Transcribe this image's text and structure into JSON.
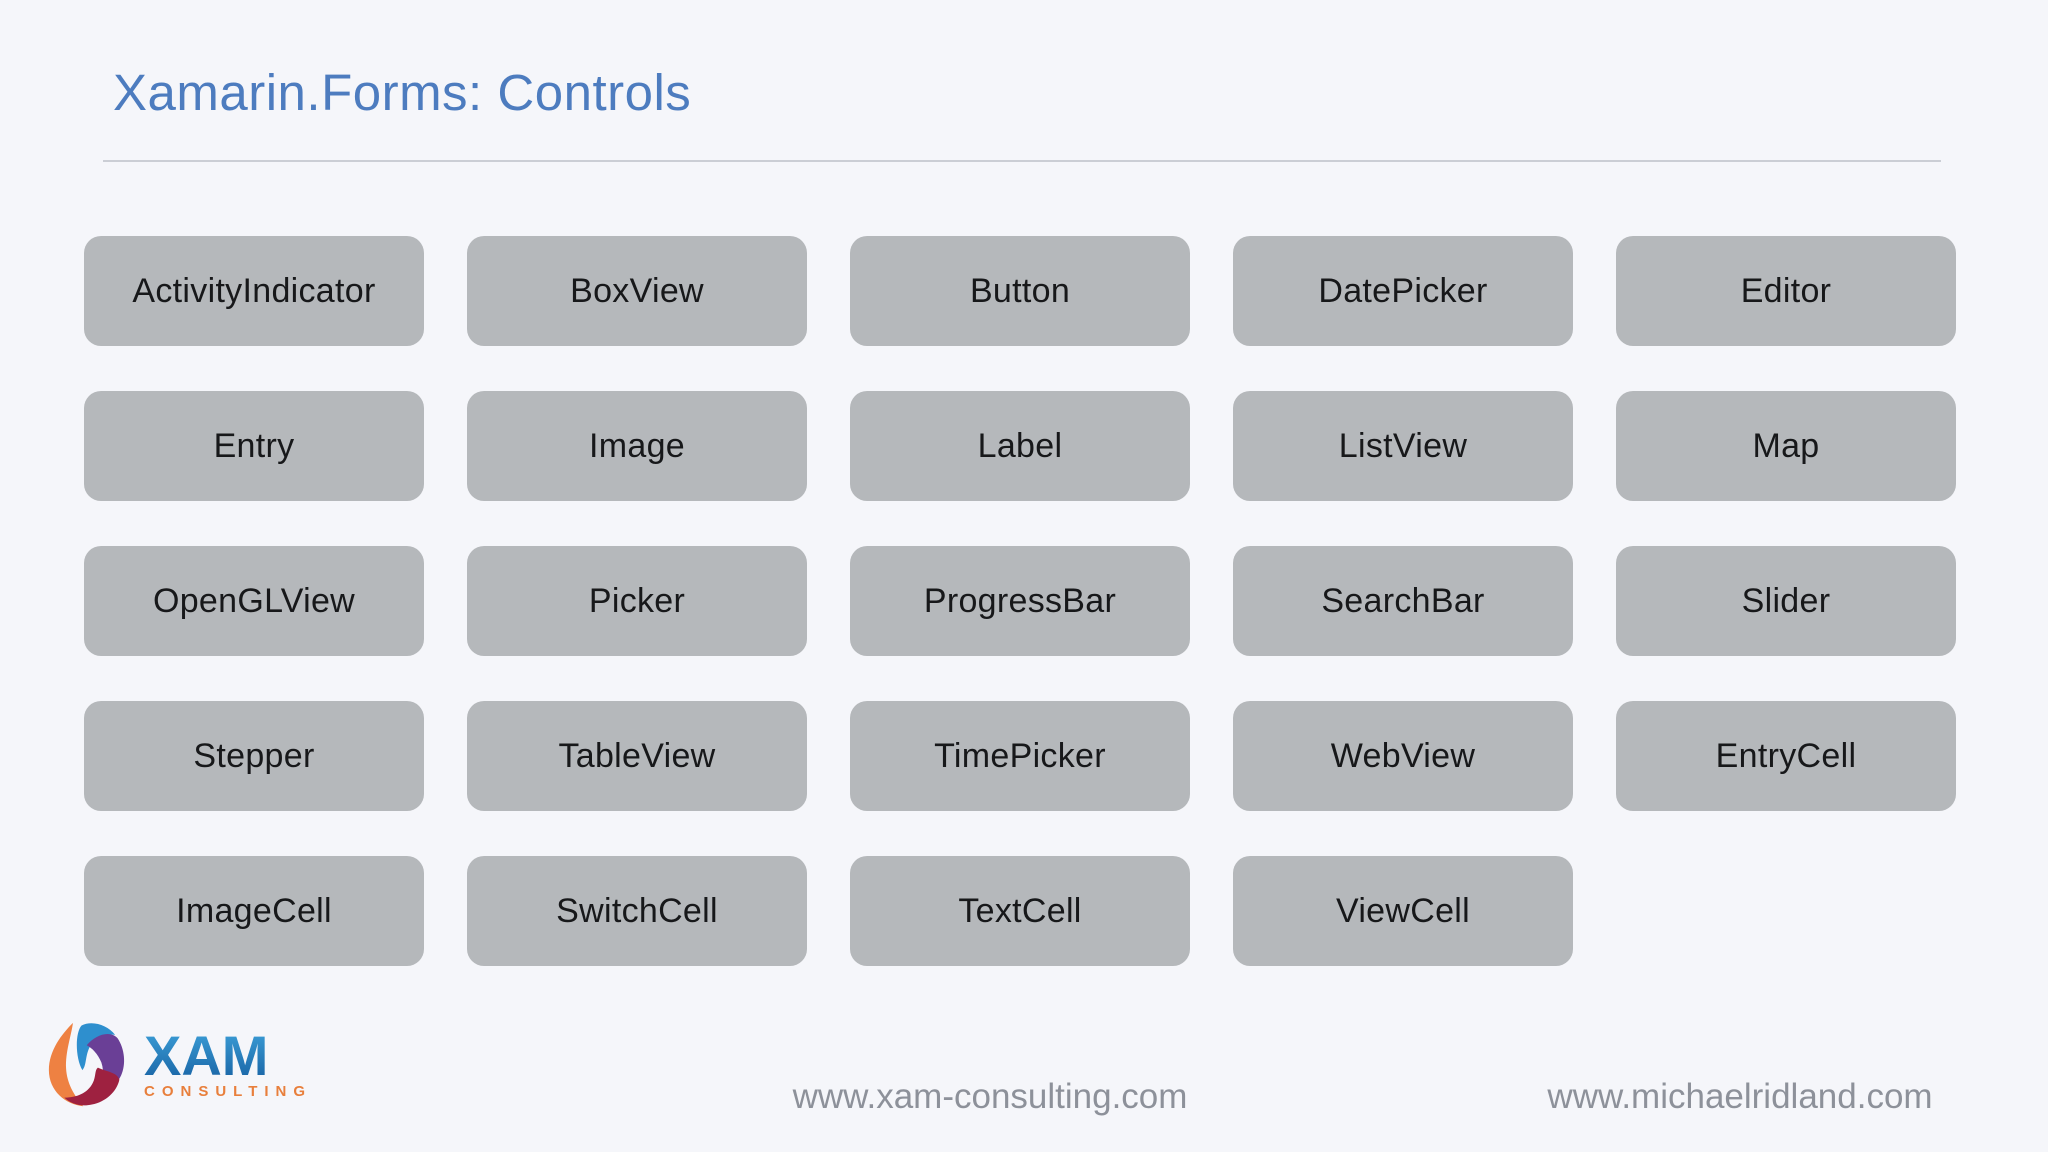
{
  "header": {
    "title": "Xamarin.Forms: Controls"
  },
  "grid": {
    "items": [
      "ActivityIndicator",
      "BoxView",
      "Button",
      "DatePicker",
      "Editor",
      "Entry",
      "Image",
      "Label",
      "ListView",
      "Map",
      "OpenGLView",
      "Picker",
      "ProgressBar",
      "SearchBar",
      "Slider",
      "Stepper",
      "TableView",
      "TimePicker",
      "WebView",
      "EntryCell",
      "ImageCell",
      "SwitchCell",
      "TextCell",
      "ViewCell"
    ]
  },
  "footer": {
    "logo": {
      "brand": "XAM",
      "sub": "CONSULTING"
    },
    "site_left": "www.xam-consulting.com",
    "site_right": "www.michaelridland.com"
  },
  "colors": {
    "background": "#f5f6fa",
    "title_blue": "#4d7cbf",
    "tile_gray": "#b5b8bb",
    "tile_text": "#17181a",
    "url_gray": "#8d919a",
    "logo_orange": "#ee8142",
    "logo_blue": "#2e8fce",
    "logo_purple": "#6a3f96",
    "logo_maroon": "#9e2140",
    "wordmark_blue_top": "#3fa4dc",
    "wordmark_blue_bottom": "#155d9f",
    "consulting_orange": "#e87f3c"
  }
}
